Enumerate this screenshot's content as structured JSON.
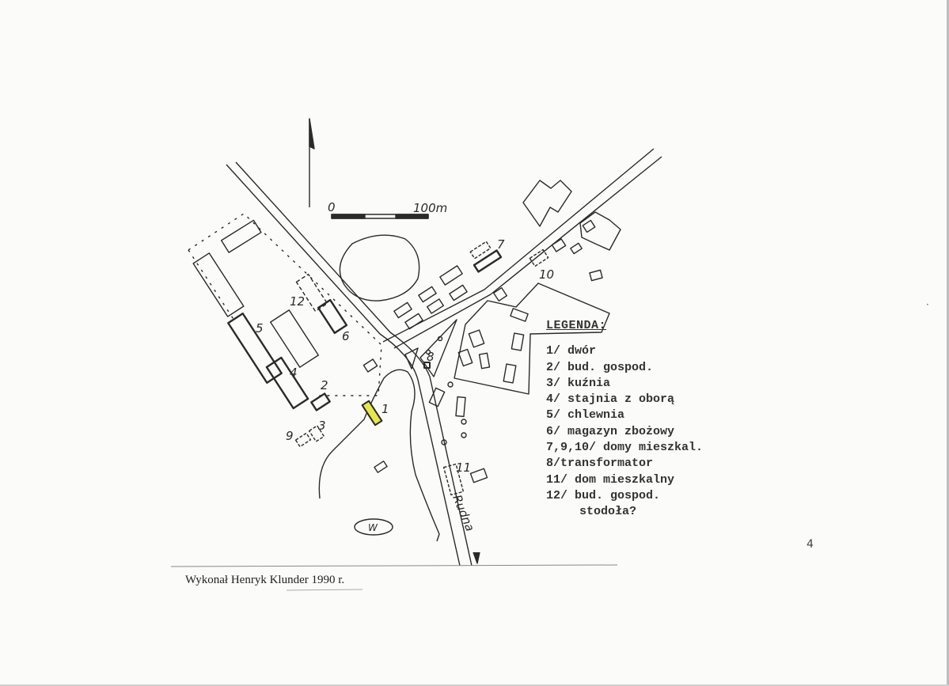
{
  "map": {
    "scale_zero": "0",
    "scale_end": "100m",
    "road_label": "Rudna",
    "forest_label": "W",
    "building_numbers": [
      "1",
      "2",
      "3",
      "4",
      "5",
      "6",
      "7",
      "8",
      "9",
      "10",
      "11",
      "12"
    ],
    "highlight_color": "#e6e84a"
  },
  "legend": {
    "title": "LEGENDA:",
    "items": [
      "1/ dwór",
      "2/ bud. gospod.",
      "3/ kuźnia",
      "4/ stajnia z oborą",
      "5/ chlewnia",
      "6/ magazyn zbożowy",
      "7,9,10/ domy mieszkal.",
      "8/transformator",
      "11/ dom mieszkalny",
      "12/ bud. gospod.",
      "stodoła?"
    ]
  },
  "footer": {
    "credit": "Wykonał Henryk Klunder 1990 r.",
    "page_number": "4"
  }
}
